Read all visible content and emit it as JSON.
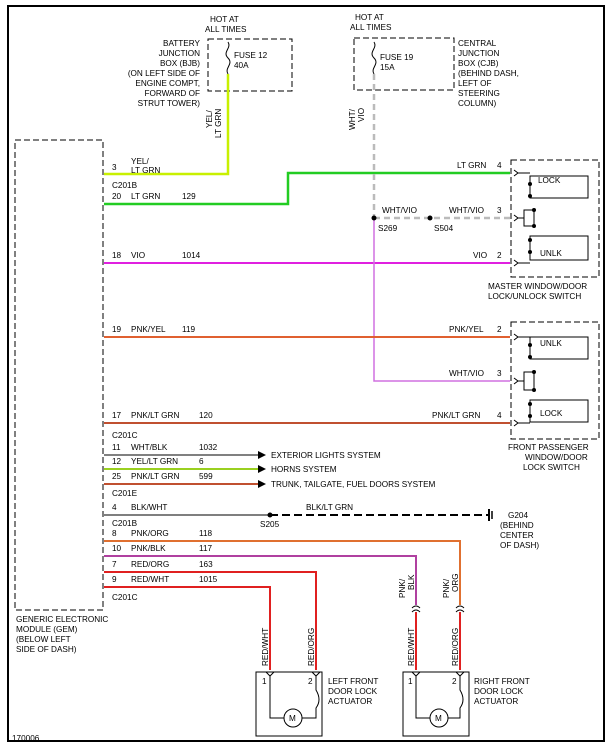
{
  "power": {
    "hot_label_1": "HOT AT",
    "hot_label_2": "ALL TIMES",
    "hot_label_3": "HOT AT",
    "hot_label_4": "ALL TIMES",
    "fuse_left_name": "FUSE 12",
    "fuse_left_amp": "40A",
    "fuse_right_name": "FUSE 19",
    "fuse_right_amp": "15A",
    "bjb": [
      "BATTERY",
      "JUNCTION",
      "BOX (BJB)",
      "(ON LEFT SIDE OF",
      "ENGINE COMPT,",
      "FORWARD OF",
      "STRUT TOWER)"
    ],
    "cjb": [
      "CENTRAL",
      "JUNCTION",
      "BOX (CJB)",
      "(BEHIND DASH,",
      "LEFT OF",
      "STEERING",
      "COLUMN)"
    ],
    "feed_left": [
      "YEL/",
      "LT GRN"
    ],
    "feed_right": [
      "WHT/",
      "VIO"
    ]
  },
  "gem": {
    "label": [
      "GENERIC ELECTRONIC",
      "MODULE (GEM)",
      "(BELOW LEFT",
      "SIDE OF DASH)"
    ],
    "connectors": {
      "c201b_top": "C201B",
      "c201c_mid": "C201C",
      "c201e": "C201E",
      "c201b_bot": "C201B",
      "c201c_bot": "C201C"
    },
    "pins": [
      {
        "pin": "3",
        "color": "YEL/",
        "color2": "LT GRN",
        "circuit": ""
      },
      {
        "pin": "20",
        "color": "LT GRN",
        "circuit": "129"
      },
      {
        "pin": "18",
        "color": "VIO",
        "circuit": "1014"
      },
      {
        "pin": "19",
        "color": "PNK/YEL",
        "circuit": "119"
      },
      {
        "pin": "17",
        "color": "PNK/LT GRN",
        "circuit": "120"
      },
      {
        "pin": "11",
        "color": "WHT/BLK",
        "circuit": "1032"
      },
      {
        "pin": "12",
        "color": "YEL/LT GRN",
        "circuit": "6"
      },
      {
        "pin": "25",
        "color": "PNK/LT GRN",
        "circuit": "599"
      },
      {
        "pin": "4",
        "color": "BLK/WHT",
        "circuit": ""
      },
      {
        "pin": "8",
        "color": "PNK/ORG",
        "circuit": "118"
      },
      {
        "pin": "10",
        "color": "PNK/BLK",
        "circuit": "117"
      },
      {
        "pin": "7",
        "color": "RED/ORG",
        "circuit": "163"
      },
      {
        "pin": "9",
        "color": "RED/WHT",
        "circuit": "1015"
      }
    ]
  },
  "master_switch": {
    "label": [
      "MASTER WINDOW/DOOR",
      "LOCK/UNLOCK SWITCH"
    ],
    "lock": "LOCK",
    "unlk": "UNLK",
    "wires": [
      {
        "color": "LT GRN",
        "pin": "4"
      },
      {
        "color": "WHT/VIO",
        "pin": "3"
      },
      {
        "color": "VIO",
        "pin": "2"
      }
    ],
    "splice_s269": "S269",
    "splice_s504": "S504",
    "splice_wire": "WHT/VIO"
  },
  "passenger_switch": {
    "label": [
      "FRONT PASSENGER",
      "WINDOW/DOOR",
      "LOCK SWITCH"
    ],
    "unlk": "UNLK",
    "lock": "LOCK",
    "wires": [
      {
        "color": "PNK/YEL",
        "pin": "2"
      },
      {
        "color": "WHT/VIO",
        "pin": "3"
      },
      {
        "color": "PNK/LT GRN",
        "pin": "4"
      }
    ]
  },
  "outputs": {
    "exterior": "EXTERIOR LIGHTS SYSTEM",
    "horns": "HORNS SYSTEM",
    "trunk": "TRUNK, TAILGATE, FUEL DOORS SYSTEM"
  },
  "ground": {
    "wire": "BLK/LT GRN",
    "splice": "S205",
    "name": "G204",
    "loc": [
      "(BEHIND",
      "CENTER",
      "OF DASH)"
    ]
  },
  "actuators": {
    "left": {
      "label": [
        "LEFT FRONT",
        "DOOR LOCK",
        "ACTUATOR"
      ],
      "w1": "RED/WHT",
      "w2": "RED/ORG",
      "p1": "1",
      "p2": "2",
      "motor": "M"
    },
    "right": {
      "label": [
        "RIGHT FRONT",
        "DOOR LOCK",
        "ACTUATOR"
      ],
      "w1": "RED/WHT",
      "w2": "RED/ORG",
      "p1": "1",
      "p2": "2",
      "motor": "M",
      "in1": [
        "PNK/",
        "BLK"
      ],
      "in2": [
        "PNK/",
        "ORG"
      ]
    }
  },
  "footer_id": "170006",
  "colors": {
    "yel_lt_grn": "#c8f000",
    "lt_grn": "#22cc22",
    "vio": "#e020e0",
    "vio_light": "#d070e0",
    "pnk_yel": "#e06030",
    "pnk_lt_grn": "#c05030",
    "red": "#e02020",
    "pnk_org": "#e07030",
    "wht_vio": "#bbbbbb",
    "blk": "#000000"
  }
}
